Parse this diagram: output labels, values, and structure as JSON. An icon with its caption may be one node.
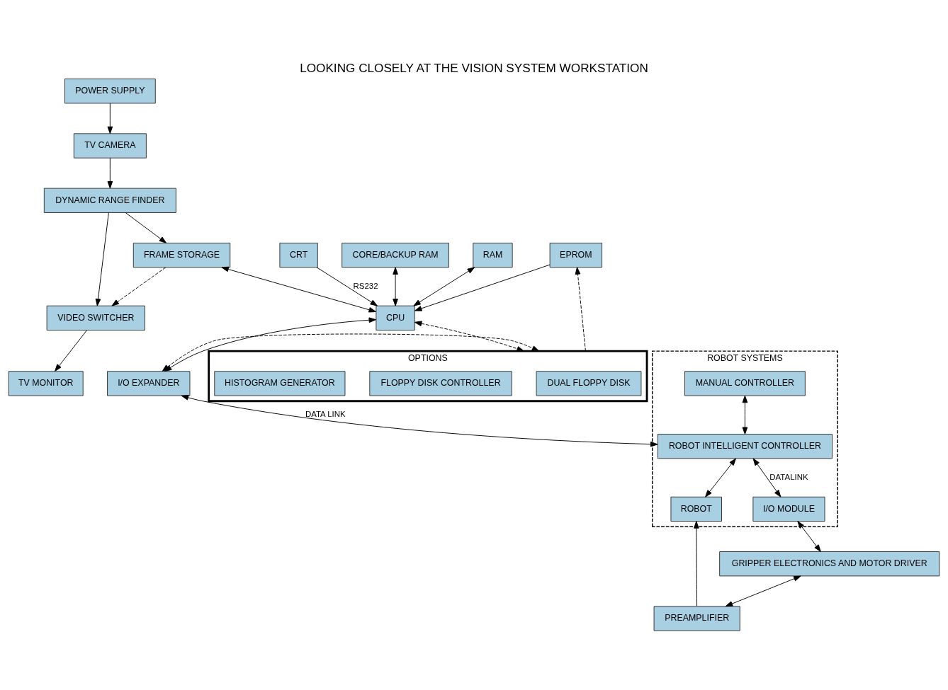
{
  "diagram": {
    "title": "LOOKING CLOSELY AT THE VISION SYSTEM WORKSTATION",
    "nodes": [
      {
        "text": [
          "POWER SUPPLY"
        ]
      },
      {
        "text": [
          "RAM"
        ]
      },
      {
        "text": [
          "TV CAMERA"
        ]
      },
      {
        "text": [
          "EPROM"
        ]
      },
      {
        "text": [
          "OPTIONS"
        ]
      },
      {
        "text": [
          "DUAL FLOPPY DISK"
        ],
        "in": 4
      },
      {
        "text": [
          "FLOPPY DISK CONTROLLER"
        ],
        "in": 4
      },
      {
        "text": [
          "HISTOGRAM GENERATOR"
        ],
        "in": 4
      },
      {
        "text": [
          "DYNAMIC RANGE FINDER"
        ]
      },
      {
        "text": [
          "CRT"
        ]
      },
      {
        "text": [
          "CPU"
        ]
      },
      {
        "text": [
          "VIDEO SWITCHER"
        ]
      },
      {
        "text": [
          "FRAME STORAGE"
        ]
      },
      {
        "text": [
          "GRIPPER ELECTRONICS AND MOTOR DRIVER"
        ]
      },
      {
        "text": [
          "TV MONITOR"
        ]
      },
      {
        "text": [
          "CORE/BACKUP RAM"
        ]
      },
      {
        "text": [
          "I/O EXPANDER"
        ]
      },
      {
        "text": [
          "PREAMPLIFIER"
        ]
      },
      {
        "text": [
          "ROBOT SYSTEMS"
        ]
      },
      {
        "text": [
          "MANUAL CONTROLLER"
        ],
        "in": 18
      },
      {
        "text": [
          "ROBOT INTELLIGENT CONTROLLER"
        ],
        "in": 18
      },
      {
        "text": [
          "ROBOT"
        ],
        "in": 18
      },
      {
        "text": [
          "I/O MODULE"
        ],
        "in": 18
      }
    ],
    "edges": [
      {
        "from": 0,
        "to": 2,
        "arrow": "to"
      },
      {
        "from": 1,
        "to": 10,
        "arrow": "both"
      },
      {
        "from": 3,
        "to": 10,
        "arrow": "to"
      },
      {
        "from": 4,
        "to": 3,
        "arrow": "to",
        "style": "dashed"
      },
      {
        "from": 2,
        "to": 8,
        "arrow": "to"
      },
      {
        "from": 8,
        "to": 12,
        "arrow": "to"
      },
      {
        "from": 8,
        "to": 11,
        "arrow": "to"
      },
      {
        "from": 12,
        "to": 11,
        "arrow": "to",
        "style": "dashed"
      },
      {
        "from": 9,
        "to": 10,
        "arrow": "to",
        "label": "RS232"
      },
      {
        "from": 12,
        "to": 10,
        "arrow": "both"
      },
      {
        "from": 15,
        "to": 10,
        "arrow": "both"
      },
      {
        "from": 10,
        "to": 4,
        "arrow": "both",
        "style": "dashed"
      },
      {
        "from": 10,
        "to": 16,
        "arrow": "both"
      },
      {
        "from": 16,
        "to": 4,
        "arrow": "both",
        "style": "dashed"
      },
      {
        "from": 11,
        "to": 14,
        "arrow": "to"
      },
      {
        "from": 13,
        "to": 17,
        "arrow": "both"
      },
      {
        "from": 16,
        "to": 20,
        "arrow": "both",
        "label": "DATA LINK"
      },
      {
        "from": 19,
        "to": 20,
        "arrow": "both"
      },
      {
        "from": 20,
        "to": 21,
        "arrow": "both"
      },
      {
        "from": 17,
        "to": 21,
        "arrow": "to"
      },
      {
        "from": 20,
        "to": 22,
        "arrow": "both",
        "label": "DATALINK"
      },
      {
        "from": 22,
        "to": 13,
        "arrow": "both"
      }
    ]
  }
}
